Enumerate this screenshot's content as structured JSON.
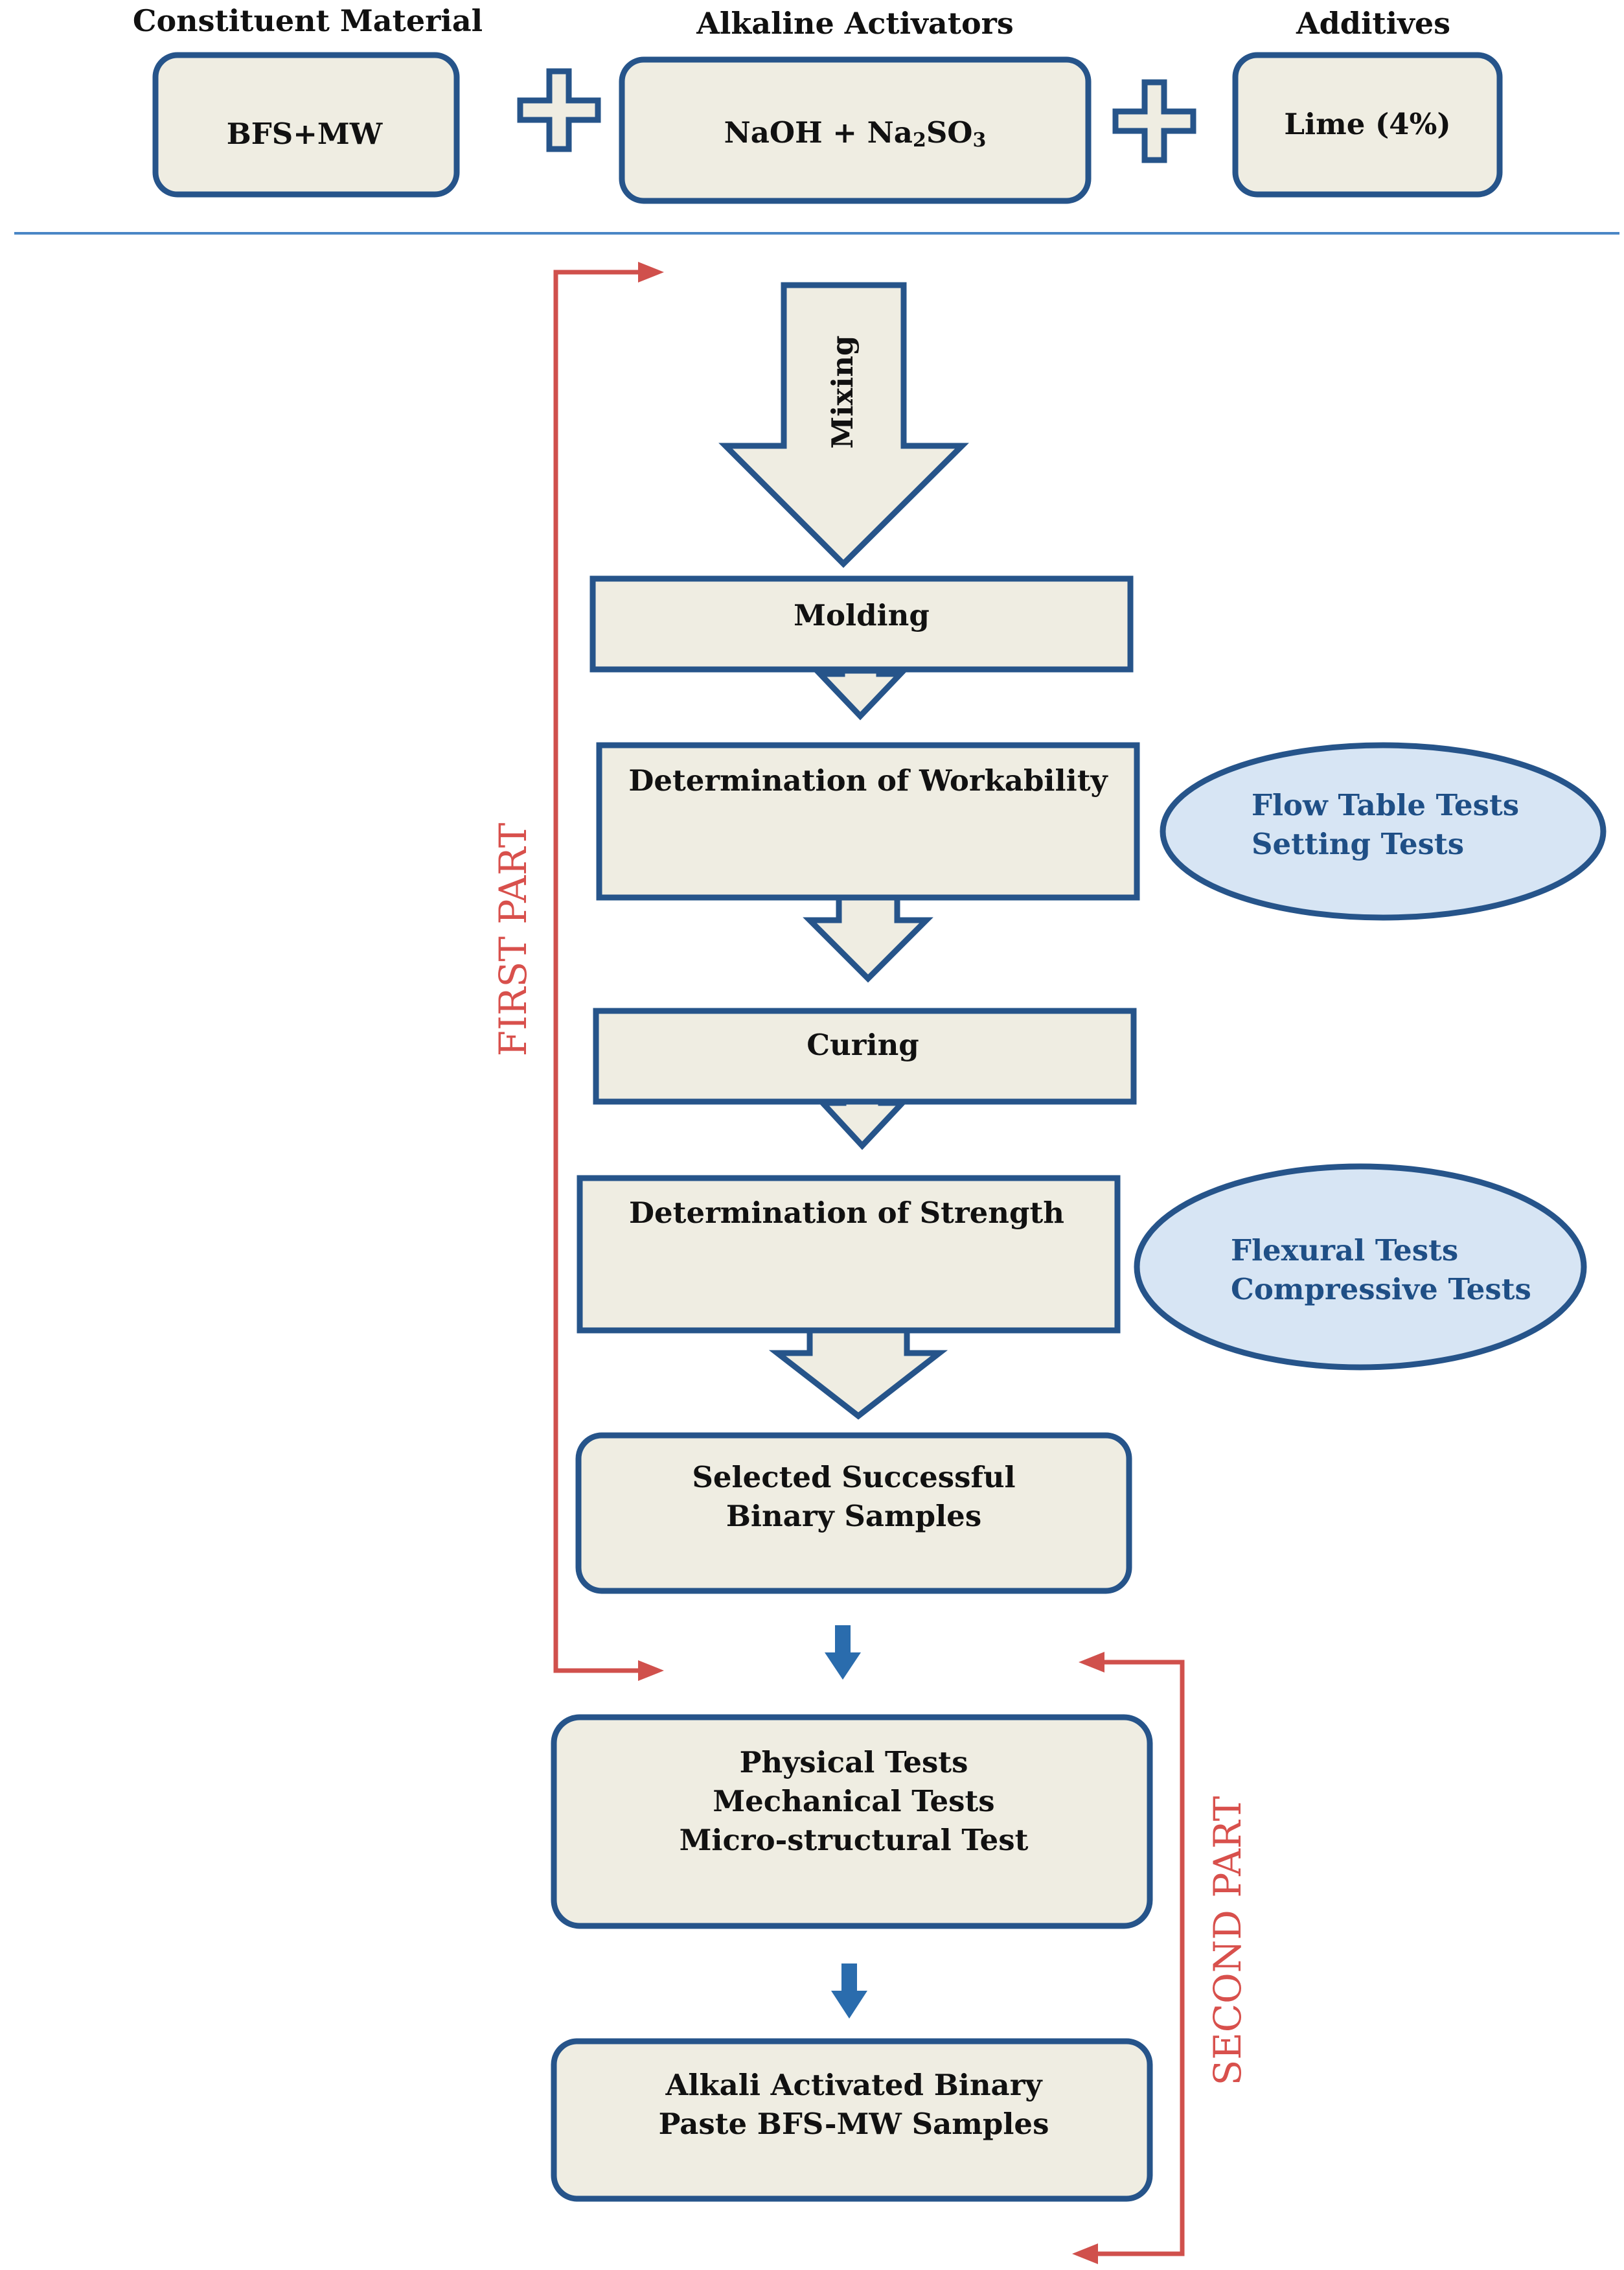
{
  "header": {
    "constituent_label": "Constituent Material",
    "activators_label": "Alkaline Activators",
    "additives_label": "Additives"
  },
  "inputs": {
    "constituent": "BFS+MW",
    "activators_prefix": "NaOH + Na",
    "activators_sub1": "2",
    "activators_mid": "SO",
    "activators_sub2": "3",
    "additives": "Lime (4%)"
  },
  "steps": {
    "mixing": "Mixing",
    "molding": "Molding",
    "workability": "Determination of Workability",
    "curing": "Curing",
    "strength": "Determination of Strength",
    "selected_line1": "Selected Successful",
    "selected_line2": "Binary Samples",
    "tests_line1": "Physical Tests",
    "tests_line2": "Mechanical Tests",
    "tests_line3": "Micro-structural Test",
    "final_line1": "Alkali Activated Binary",
    "final_line2": "Paste BFS-MW Samples"
  },
  "side_tests": {
    "workability_line1": "Flow Table Tests",
    "workability_line2": "Setting Tests",
    "strength_line1": "Flexural Tests",
    "strength_line2": "Compressive Tests"
  },
  "parts": {
    "first": "FIRST PART",
    "second": "SECOND PART"
  },
  "colors": {
    "box_fill": "#efede2",
    "box_stroke": "#26548a",
    "ellipse_fill": "#d7e5f4",
    "bracket_red": "#d0504c",
    "arrow_blue": "#2a6cad"
  }
}
